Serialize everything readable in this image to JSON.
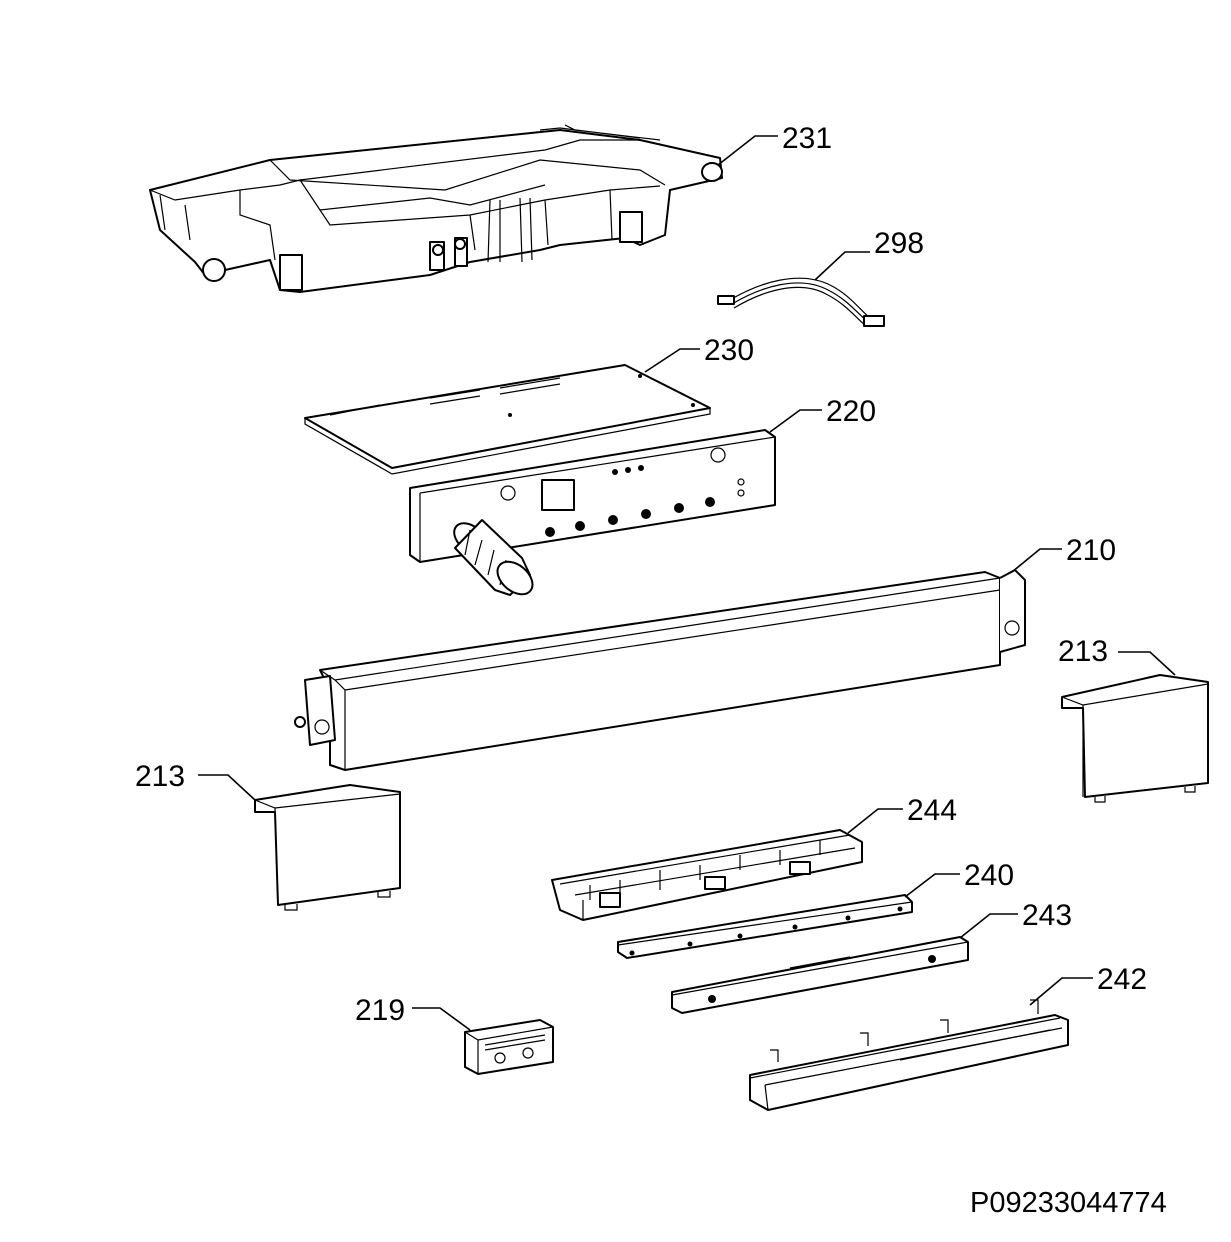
{
  "diagram": {
    "reference": "P09233044774",
    "parts": [
      {
        "id": "231",
        "label": "231"
      },
      {
        "id": "298",
        "label": "298"
      },
      {
        "id": "230",
        "label": "230"
      },
      {
        "id": "220",
        "label": "220"
      },
      {
        "id": "210",
        "label": "210"
      },
      {
        "id": "213-right",
        "label": "213"
      },
      {
        "id": "213-left",
        "label": "213"
      },
      {
        "id": "244",
        "label": "244"
      },
      {
        "id": "240",
        "label": "240"
      },
      {
        "id": "243",
        "label": "243"
      },
      {
        "id": "219",
        "label": "219"
      },
      {
        "id": "242",
        "label": "242"
      }
    ]
  }
}
